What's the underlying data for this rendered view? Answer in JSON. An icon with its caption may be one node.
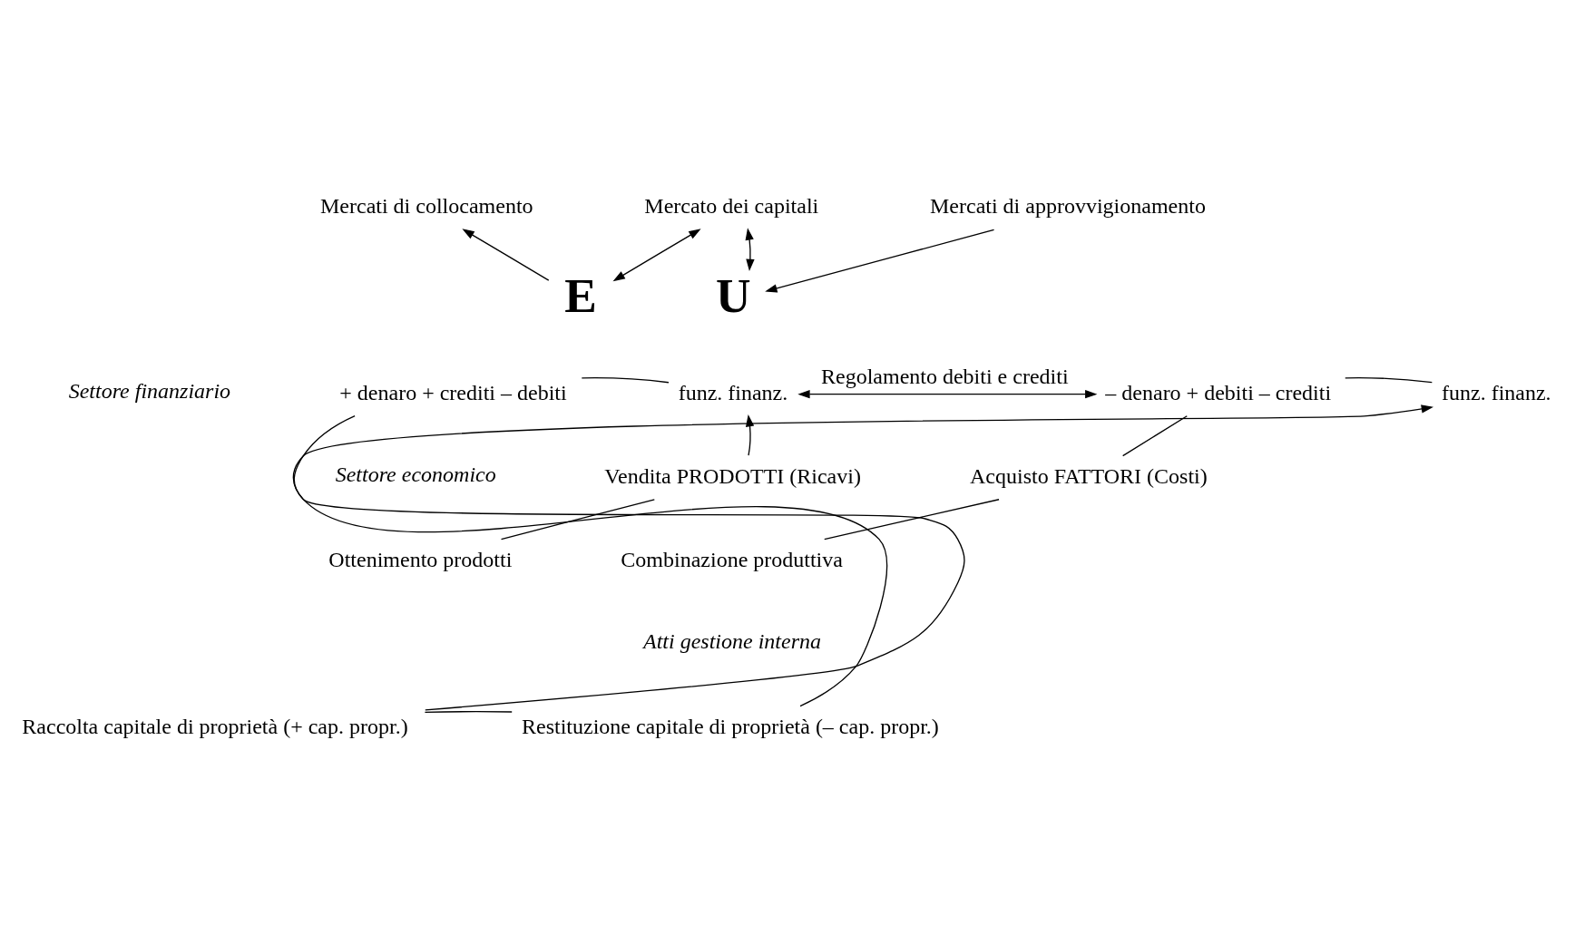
{
  "diagram": {
    "nodes": [
      {
        "text": [
          "Mercati di collocamento"
        ]
      },
      {
        "text": [
          "Mercato dei capitali"
        ]
      },
      {
        "text": [
          "Mercati di approvvigionamento"
        ]
      },
      {
        "text": [
          "E"
        ]
      },
      {
        "text": [
          "U"
        ]
      },
      {
        "text": [
          "+ denaro + crediti – debiti"
        ]
      },
      {
        "text": [
          "funz. finanz."
        ]
      },
      {
        "text": [
          "– denaro + debiti – crediti"
        ]
      },
      {
        "text": [
          "funz. finanz."
        ]
      },
      {
        "text": [
          "Vendita PRODOTTI (Ricavi)"
        ]
      },
      {
        "text": [
          "Acquisto FATTORI (Costi)"
        ]
      },
      {
        "text": [
          "Ottenimento prodotti"
        ]
      },
      {
        "text": [
          "Combinazione produttiva"
        ]
      },
      {
        "text": [
          "Raccolta capitale di proprietà (+ cap. propr.)"
        ]
      },
      {
        "text": [
          "Restituzione capitale di proprietà (– cap. propr.)"
        ]
      }
    ],
    "edges": [
      {
        "from": 3,
        "to": 0,
        "arrow": "to"
      },
      {
        "from": 1,
        "to": 3,
        "arrow": "both"
      },
      {
        "from": 1,
        "to": 4,
        "arrow": "both"
      },
      {
        "from": 2,
        "to": 4,
        "arrow": "to"
      },
      {
        "from": 6,
        "to": 5,
        "arrow": "none"
      },
      {
        "from": 8,
        "to": 7,
        "arrow": "none"
      },
      {
        "from": 6,
        "to": 7,
        "arrow": "both",
        "label": "Regolamento debiti e crediti"
      },
      {
        "from": 9,
        "to": 6,
        "arrow": "to"
      },
      {
        "from": 11,
        "to": 9,
        "arrow": "none"
      },
      {
        "from": 7,
        "to": 10,
        "arrow": "none"
      },
      {
        "from": 10,
        "to": 12,
        "arrow": "none"
      },
      {
        "from": 13,
        "to": 5,
        "arrow": "none"
      },
      {
        "from": 14,
        "to": 8,
        "arrow": "to"
      },
      {
        "from": 13,
        "to": 14,
        "arrow": "none"
      }
    ],
    "labels": [
      "Settore finanziario",
      "Settore economico",
      "Atti gestione interna"
    ]
  }
}
